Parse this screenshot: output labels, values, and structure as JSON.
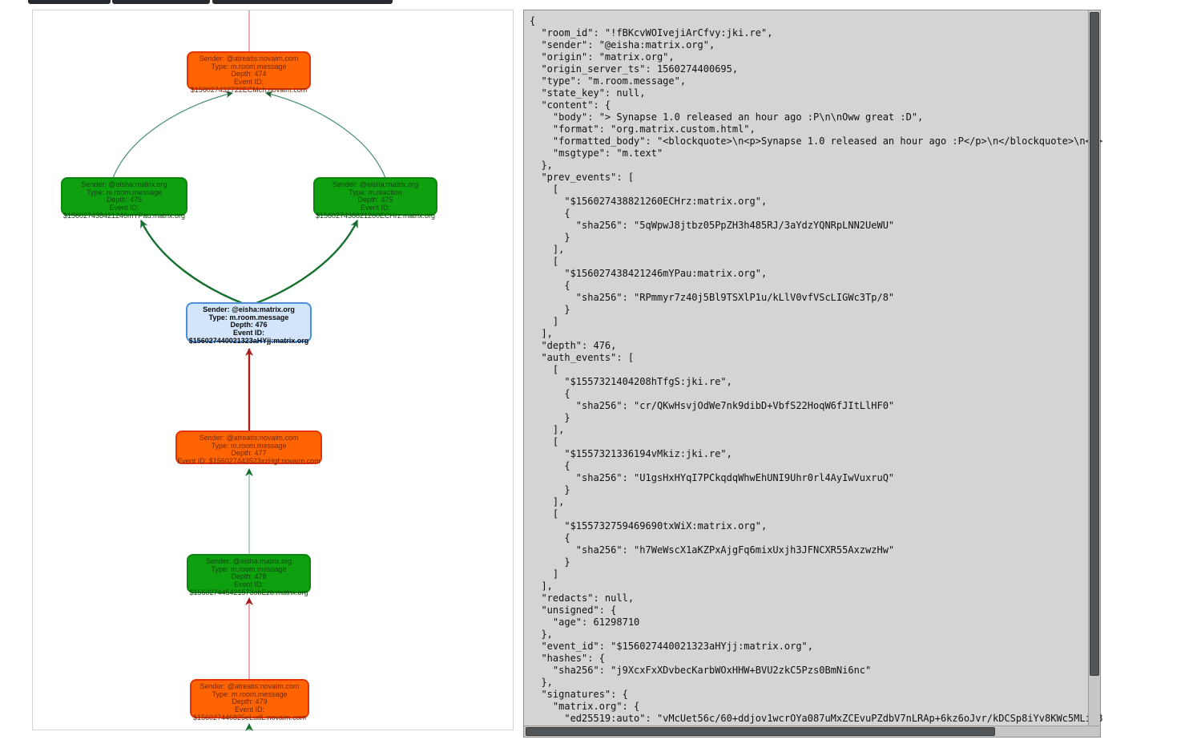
{
  "toolbar": {
    "note": "three dark buttons clipped at top edge of viewport"
  },
  "graph": {
    "nodes": [
      {
        "id": "depth-474",
        "kind": "orange",
        "lines": [
          "Sender: @atreatis:novaim.com",
          "Type: m.room.message",
          "Depth: 474",
          "Event ID:",
          "$156027432722ECMch:novaim.com"
        ]
      },
      {
        "id": "depth-475-left",
        "kind": "green",
        "lines": [
          "Sender: @eisha:matrix.org",
          "Type: m.room.message",
          "Depth: 475",
          "Event ID:",
          "$156027438421246mYPau:matrix.org"
        ]
      },
      {
        "id": "depth-475-right",
        "kind": "green",
        "lines": [
          "Sender: @eisha:matrix.org",
          "Type: m.reaction",
          "Depth: 475",
          "Event ID:",
          "$156027438821260ECHrz:matrix.org"
        ]
      },
      {
        "id": "depth-476-selected",
        "kind": "blue",
        "lines": [
          "Sender: @eisha:matrix.org",
          "Type: m.room.message",
          "Depth: 476",
          "Event ID:",
          "$156027440021323aHYjj:matrix.org"
        ]
      },
      {
        "id": "depth-477",
        "kind": "orange",
        "lines": [
          "Sender: @atreatis:novaim.com",
          "Type: m.room.message",
          "Depth: 477",
          "Event ID: $156027443523xzHgf:novaim.com"
        ]
      },
      {
        "id": "depth-478",
        "kind": "green",
        "lines": [
          "Sender: @eisha:matrix.org",
          "Type: m.room.message",
          "Depth: 478",
          "Event ID:",
          "$156027445421573obEzb:matrix.org"
        ]
      },
      {
        "id": "depth-479",
        "kind": "orange",
        "lines": [
          "Sender: @atreatis:novaim.com",
          "Type: m.room.message",
          "Depth: 479",
          "Event ID:",
          "$156027446825eLudL:novaim.com"
        ]
      }
    ],
    "edges": [
      {
        "from": "depth-474",
        "to": "offscreen-above",
        "color": "#e89e9e"
      },
      {
        "from": "depth-475-left",
        "to": "depth-474",
        "color": "#4e9272"
      },
      {
        "from": "depth-475-right",
        "to": "depth-474",
        "color": "#4e9272"
      },
      {
        "from": "depth-476-selected",
        "to": "depth-475-left",
        "color": "#15702e"
      },
      {
        "from": "depth-476-selected",
        "to": "depth-475-right",
        "color": "#15702e"
      },
      {
        "from": "depth-477",
        "to": "depth-476-selected",
        "color": "#a51f1f"
      },
      {
        "from": "depth-478",
        "to": "depth-477",
        "color": "#b7d3c3"
      },
      {
        "from": "depth-479",
        "to": "depth-478",
        "color": "#e8acac"
      },
      {
        "from": "offscreen-below",
        "to": "depth-479",
        "color": "#b7d3c3"
      }
    ]
  },
  "json_panel": {
    "text": "{\n  \"room_id\": \"!fBKcvWOIvejiArCfvy:jki.re\",\n  \"sender\": \"@eisha:matrix.org\",\n  \"origin\": \"matrix.org\",\n  \"origin_server_ts\": 1560274400695,\n  \"type\": \"m.room.message\",\n  \"state_key\": null,\n  \"content\": {\n    \"body\": \"> Synapse 1.0 released an hour ago :P\\n\\nOww great :D\",\n    \"format\": \"org.matrix.custom.html\",\n    \"formatted_body\": \"<blockquote>\\n<p>Synapse 1.0 released an hour ago :P</p>\\n</blockquote>\\n<p>\n    \"msgtype\": \"m.text\"\n  },\n  \"prev_events\": [\n    [\n      \"$156027438821260ECHrz:matrix.org\",\n      {\n        \"sha256\": \"5qWpwJ8jtbz05PpZH3h485RJ/3aYdzYQNRpLNN2UeWU\"\n      }\n    ],\n    [\n      \"$156027438421246mYPau:matrix.org\",\n      {\n        \"sha256\": \"RPmmyr7z40j5Bl9TSXlP1u/kLlV0vfVScLIGWc3Tp/8\"\n      }\n    ]\n  ],\n  \"depth\": 476,\n  \"auth_events\": [\n    [\n      \"$1557321404208hTfgS:jki.re\",\n      {\n        \"sha256\": \"cr/QKwHsvjOdWe7nk9dibD+VbfS22HoqW6fJItLlHF0\"\n      }\n    ],\n    [\n      \"$1557321336194vMkiz:jki.re\",\n      {\n        \"sha256\": \"U1gsHxHYqI7PCkqdqWhwEhUNI9Uhr0rl4AyIwVuxruQ\"\n      }\n    ],\n    [\n      \"$155732759469690txWiX:matrix.org\",\n      {\n        \"sha256\": \"h7WeWscX1aKZPxAjgFq6mixUxjh3JFNCXR55AxzwzHw\"\n      }\n    ]\n  ],\n  \"redacts\": null,\n  \"unsigned\": {\n    \"age\": 61298710\n  },\n  \"event_id\": \"$156027440021323aHYjj:matrix.org\",\n  \"hashes\": {\n    \"sha256\": \"j9XcxFxXDvbecKarbWOxHHW+BVU2zkC5Pzs0BmNi6nc\"\n  },\n  \"signatures\": {\n    \"matrix.org\": {\n      \"ed25519:auto\": \"vMcUet56c/60+ddjov1wcrOYa087uMxZCEvuPZdbV7nLRAp+6kz6oJvr/kDCSp8iYv8KWc5MLi2B"
  },
  "colors": {
    "node_orange_fill": "#fe6502",
    "node_orange_border": "#e63201",
    "node_green_fill": "#0fa00f",
    "node_green_border": "#0c850c",
    "node_selected_fill": "#d3e5fb",
    "node_selected_border": "#4a90d9",
    "edge_highlight_green": "#15702e",
    "edge_highlight_red": "#a51f1f",
    "edge_pale_green": "#b7d3c3",
    "edge_pale_red": "#e8acac",
    "edge_mid_green": "#4e9272",
    "json_panel_bg": "#d4d4d4",
    "scrollbar_thumb": "#535659"
  }
}
